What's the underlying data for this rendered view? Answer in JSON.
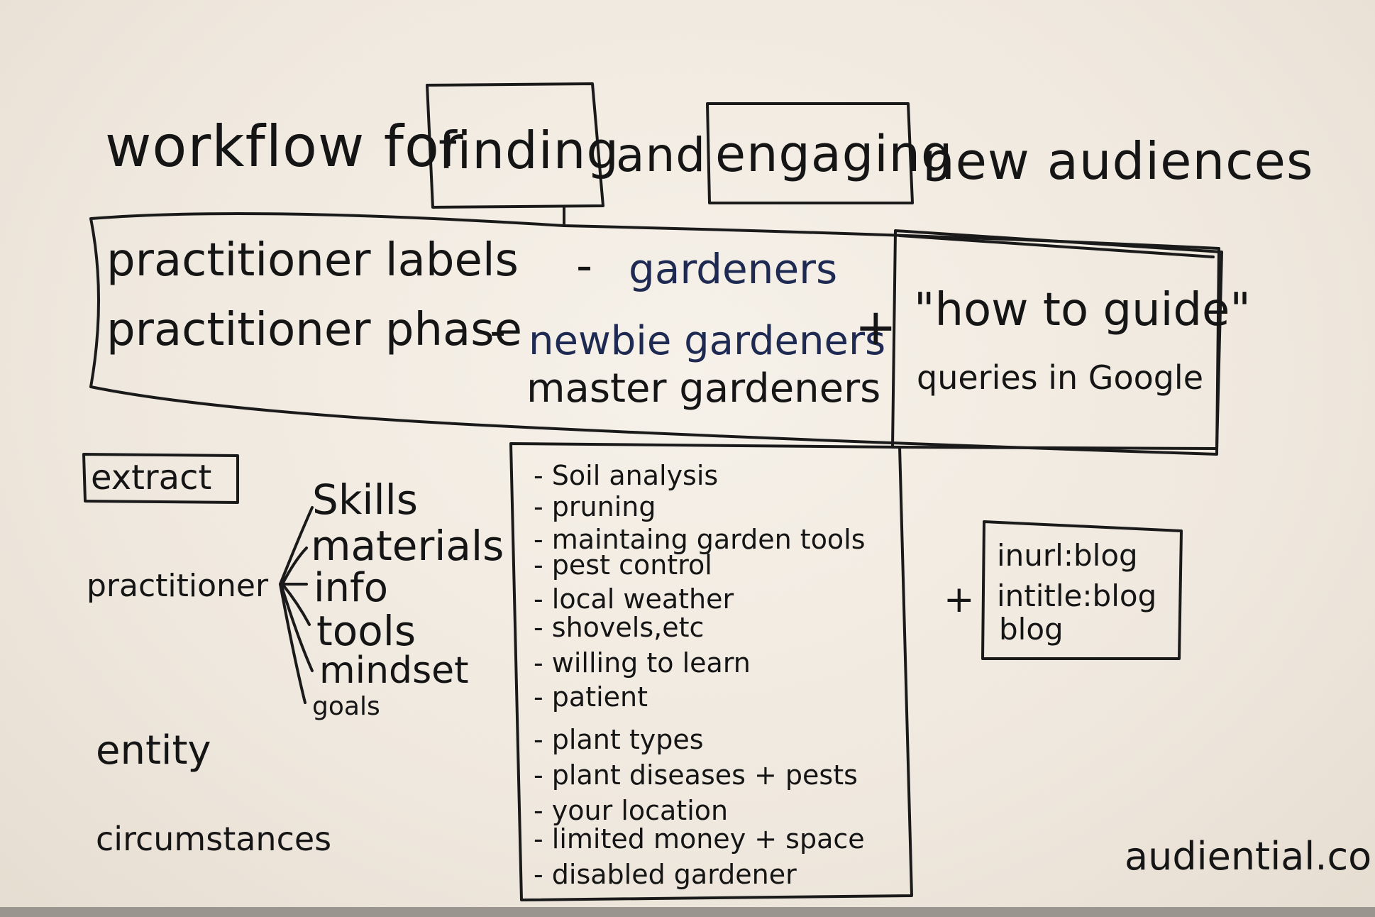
{
  "title": {
    "w1": "workflow for",
    "w2": "finding",
    "w3": "and",
    "w4": "engaging",
    "w5": "new audiences"
  },
  "query_box": {
    "label1": "practitioner labels",
    "dash1": "-",
    "value1": "gardeners",
    "label2": "practitioner phase",
    "dash2": "-",
    "value2a": "newbie gardeners",
    "value2b": "master gardeners",
    "plus": "+",
    "guide": "\"how to guide\"",
    "guide_sub": "queries in Google"
  },
  "extract": {
    "label": "extract",
    "root": "practitioner",
    "branches": [
      "Skills",
      "materials",
      "info",
      "tools",
      "mindset",
      "goals"
    ],
    "entity": "entity",
    "circumstances": "circumstances"
  },
  "topics": [
    "- Soil analysis",
    "- pruning",
    "- maintaing garden tools",
    "- pest control",
    "- local weather",
    "- shovels,etc",
    "- willing to learn",
    "- patient",
    "- plant types",
    "- plant diseases + pests",
    "- your location",
    "- limited money + space",
    "- disabled gardener"
  ],
  "search_ops": {
    "plus": "+",
    "items": [
      "inurl:blog",
      "intitle:blog",
      "blog"
    ]
  },
  "brand": "audiential.com",
  "colors": {
    "ink": "#151515",
    "marker_blue": "#1f2a52",
    "board": "#f2ece3"
  }
}
